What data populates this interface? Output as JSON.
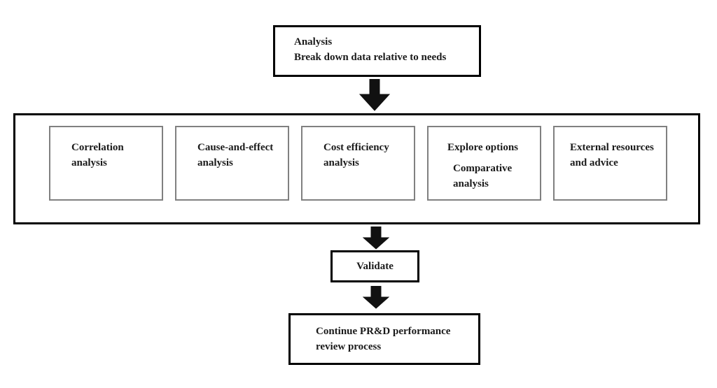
{
  "colors": {
    "background": "#ffffff",
    "border_strong": "#000000",
    "border_inner": "#808080",
    "arrow_fill": "#111111",
    "text": "#1a1a1a"
  },
  "flowchart": {
    "analysis_header": {
      "title": "Analysis",
      "subtitle": "Break down data relative to needs"
    },
    "analysis_methods": [
      {
        "label": "Correlation analysis"
      },
      {
        "label": "Cause-and-effect analysis"
      },
      {
        "label": "Cost efficiency analysis"
      },
      {
        "label": "Explore options",
        "label2": "Comparative analysis"
      },
      {
        "label": "External resources and advice"
      }
    ],
    "validate": {
      "label": "Validate"
    },
    "continue_step": {
      "label": "Continue PR&D performance review process"
    }
  }
}
